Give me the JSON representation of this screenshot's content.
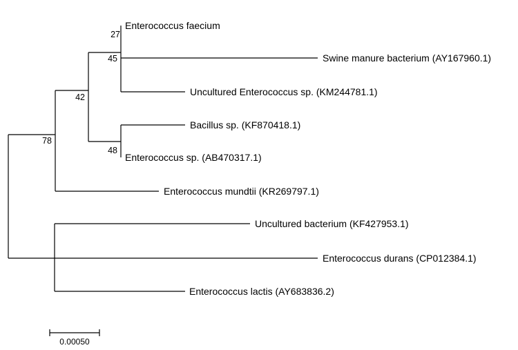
{
  "tree": {
    "leaves": [
      "Enterococcus faecium",
      "Swine manure bacterium (AY167960.1)",
      "Uncultured Enterococcus sp. (KM244781.1)",
      "Bacillus sp. (KF870418.1)",
      "Enterococcus sp. (AB470317.1)",
      "Enterococcus mundtii (KR269797.1)",
      "Uncultured bacterium (KF427953.1)",
      "Enterococcus durans (CP012384.1)",
      "Enterococcus lactis (AY683836.2)"
    ],
    "bootstrap": {
      "n27": "27",
      "n45": "45",
      "n42": "42",
      "n48": "48",
      "n78": "78"
    },
    "scale_bar": {
      "label": "0.00050",
      "value": 0.0005
    }
  }
}
